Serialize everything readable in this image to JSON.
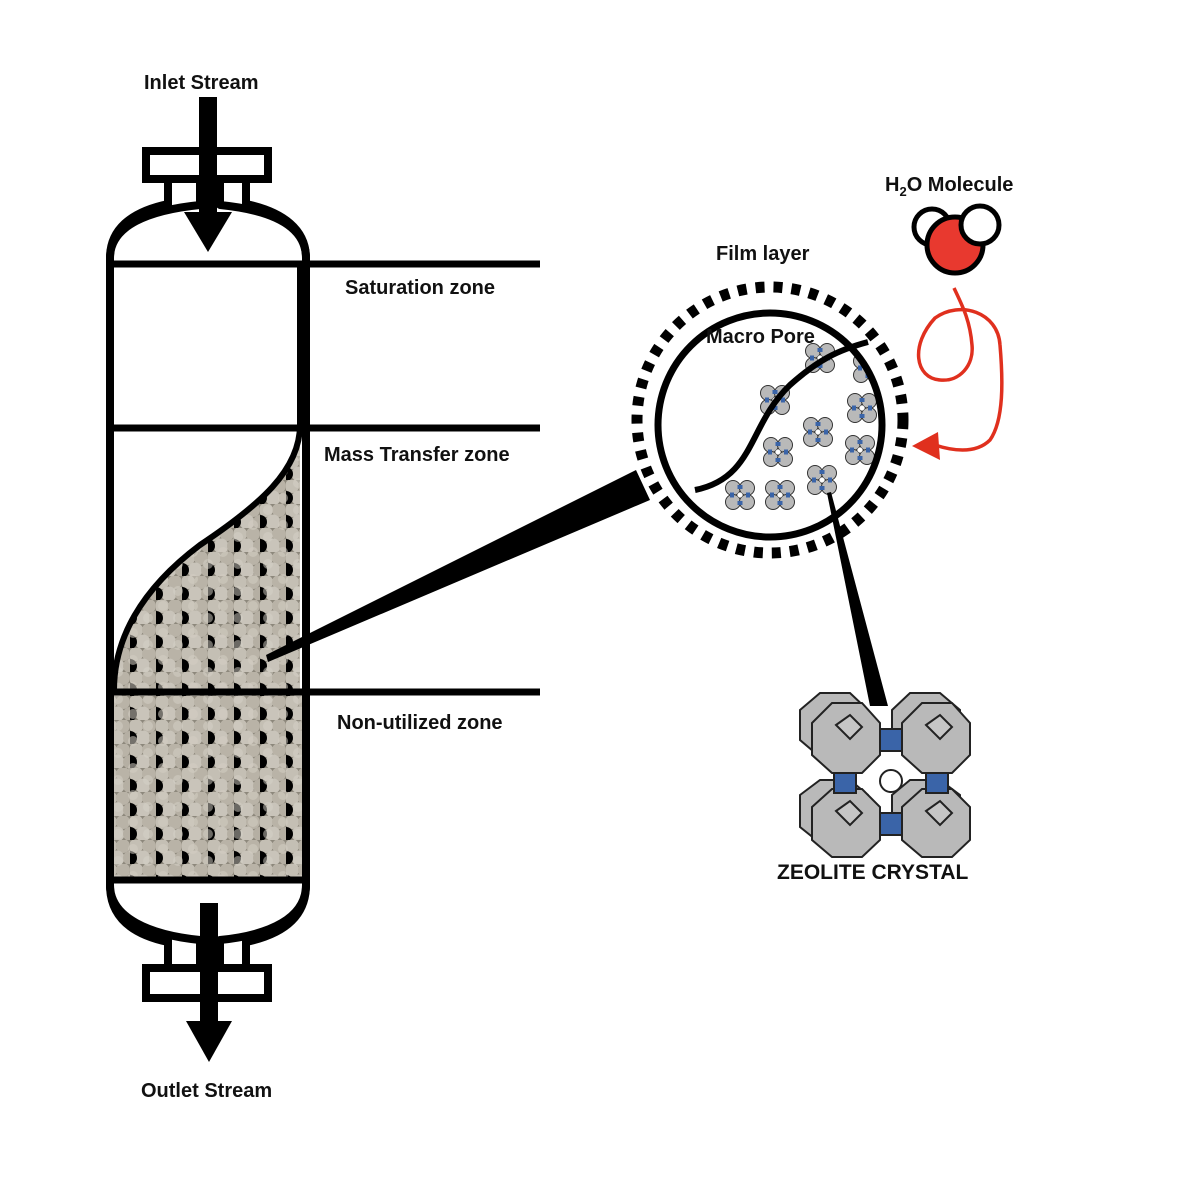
{
  "title": "Zeolite adsorption column with mass transfer zones",
  "labels": {
    "inlet": "Inlet Stream",
    "outlet": "Outlet Stream",
    "saturation_zone": "Saturation zone",
    "mass_transfer_zone": "Mass Transfer zone",
    "non_utilized_zone": "Non-utilized zone",
    "film_layer": "Film layer",
    "macro_pore": "Macro Pore",
    "h2o_prefix": "H",
    "h2o_subscript": "2",
    "h2o_suffix": "O Molecule",
    "zeolite_crystal": "ZEOLITE CRYSTAL"
  },
  "colors": {
    "outline": "#000000",
    "water_oxygen": "#e8392f",
    "water_path": "#e0301e",
    "zeolite_cage": "#b9b9b9",
    "zeolite_prism": "#3a64a8",
    "bead_fill": "#bdb7ac",
    "bead_shadow": "#8c8779"
  }
}
